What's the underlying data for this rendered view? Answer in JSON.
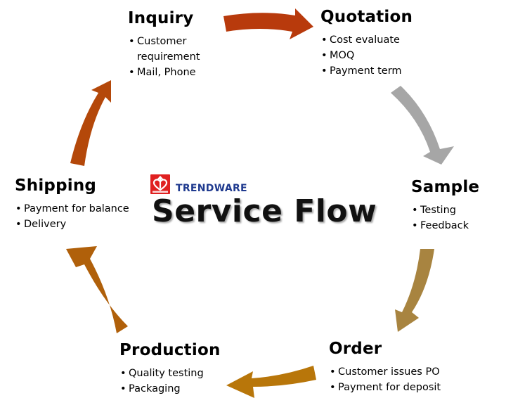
{
  "center": {
    "brand": "TRENDWARE",
    "logo_caption": "TRENDWARE",
    "title": "Service Flow"
  },
  "stages": [
    {
      "id": "inquiry",
      "title": "Inquiry",
      "items": [
        "Customer requirement",
        "Mail, Phone"
      ]
    },
    {
      "id": "quotation",
      "title": "Quotation",
      "items": [
        "Cost evaluate",
        "MOQ",
        "Payment term"
      ]
    },
    {
      "id": "sample",
      "title": "Sample",
      "items": [
        "Testing",
        "Feedback"
      ]
    },
    {
      "id": "order",
      "title": "Order",
      "items": [
        "Customer issues PO",
        "Payment for deposit"
      ]
    },
    {
      "id": "production",
      "title": "Production",
      "items": [
        "Quality testing",
        "Packaging"
      ]
    },
    {
      "id": "shipping",
      "title": "Shipping",
      "items": [
        "Payment for balance",
        "Delivery"
      ]
    }
  ],
  "arrows": [
    {
      "from": "Inquiry",
      "to": "Quotation",
      "color": "#b83a0c"
    },
    {
      "from": "Quotation",
      "to": "Sample",
      "color": "#a6a6a6"
    },
    {
      "from": "Sample",
      "to": "Order",
      "color": "#a88440"
    },
    {
      "from": "Order",
      "to": "Production",
      "color": "#b8760a"
    },
    {
      "from": "Production",
      "to": "Shipping",
      "color": "#b0600a"
    },
    {
      "from": "Shipping",
      "to": "Inquiry",
      "color": "#b4480a"
    }
  ],
  "colors": {
    "logo_red": "#e02020",
    "brand_blue": "#1f3a8f"
  }
}
